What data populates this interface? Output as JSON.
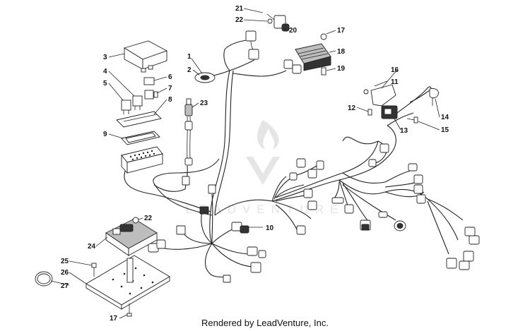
{
  "footer": {
    "rendered_by": "Rendered by LeadVenture, Inc."
  },
  "watermark": {
    "text": "LEADVENTURE"
  },
  "callouts": [
    {
      "id": "c1",
      "label": "1"
    },
    {
      "id": "c2",
      "label": "2"
    },
    {
      "id": "c3",
      "label": "3"
    },
    {
      "id": "c4",
      "label": "4"
    },
    {
      "id": "c5",
      "label": "5"
    },
    {
      "id": "c6",
      "label": "6"
    },
    {
      "id": "c7",
      "label": "7"
    },
    {
      "id": "c8",
      "label": "8"
    },
    {
      "id": "c9",
      "label": "9"
    },
    {
      "id": "c10",
      "label": "10"
    },
    {
      "id": "c11",
      "label": "11"
    },
    {
      "id": "c12",
      "label": "12"
    },
    {
      "id": "c13",
      "label": "13"
    },
    {
      "id": "c14",
      "label": "14"
    },
    {
      "id": "c15",
      "label": "15"
    },
    {
      "id": "c16",
      "label": "16"
    },
    {
      "id": "c17a",
      "label": "17"
    },
    {
      "id": "c17b",
      "label": "17"
    },
    {
      "id": "c18",
      "label": "18"
    },
    {
      "id": "c19",
      "label": "19"
    },
    {
      "id": "c20",
      "label": "20"
    },
    {
      "id": "c21",
      "label": "21"
    },
    {
      "id": "c22a",
      "label": "22"
    },
    {
      "id": "c22b",
      "label": "22"
    },
    {
      "id": "c23",
      "label": "23"
    },
    {
      "id": "c24",
      "label": "24"
    },
    {
      "id": "c25",
      "label": "25"
    },
    {
      "id": "c26",
      "label": "26"
    },
    {
      "id": "c27",
      "label": "27"
    }
  ]
}
